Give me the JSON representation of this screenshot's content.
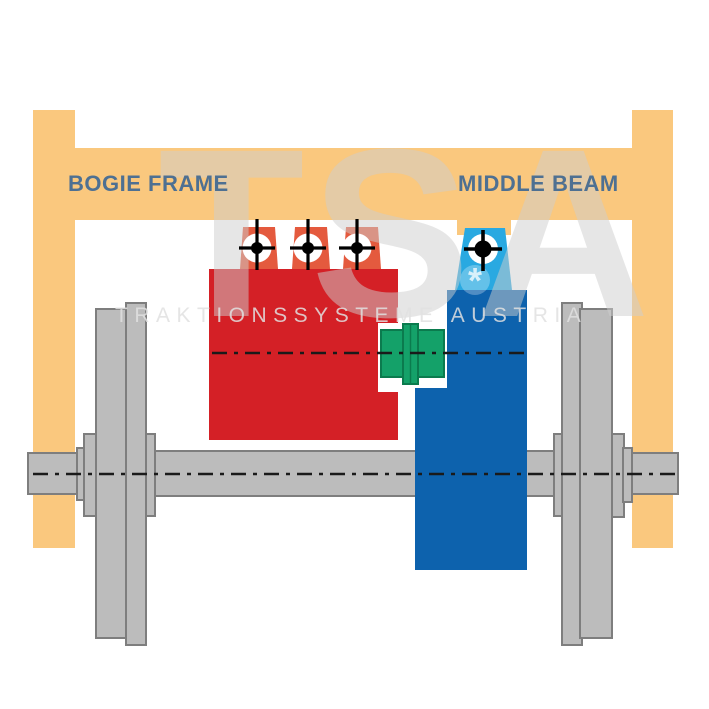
{
  "labels": {
    "bogie_frame": "BOGIE FRAME",
    "middle_beam": "MIDDLE BEAM"
  },
  "watermark": {
    "logo": "TSA",
    "subtitle": "TRAKTIONSSYSTEME AUSTRIA",
    "mark": "*"
  },
  "colors": {
    "background": "#FFFFFF",
    "frame_orange": "#FAC87E",
    "label_text": "#4E7092",
    "motor_red": "#D42026",
    "motor_lug": "#E45A3E",
    "gearbox_blue": "#0D62AD",
    "gearbox_lug": "#29A9E1",
    "coupling_green": "#14A169",
    "coupling_green_dark": "#0B7B4E",
    "metal_gray": "#BCBCBC",
    "metal_stroke": "#7E7E7E",
    "slot_white": "#FFFFFF",
    "centerline": "#1A1A1A",
    "watermark_gray": "#E3E3E3"
  }
}
